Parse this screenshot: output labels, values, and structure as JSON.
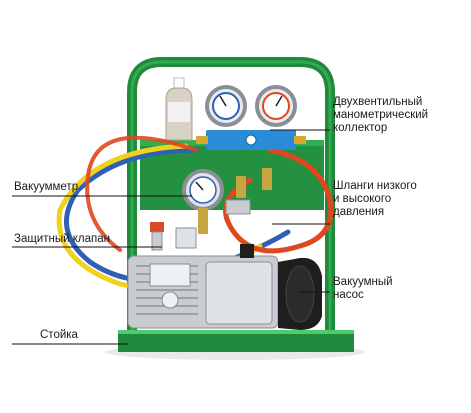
{
  "labels": {
    "manifold": "Двухвентильный\nманометрический\nколлектор",
    "vacuum_gauge": "Вакуумметр",
    "hoses": "Шланги низкого\nи высокого\nдавления",
    "safety_valve": "Защитный клапан",
    "pump": "Вакуумный\nнасос",
    "stand": "Стойка"
  },
  "colors": {
    "frame_green": "#1f8a3c",
    "hose_red": "#e0471f",
    "hose_blue": "#2f5fb8",
    "hose_yellow": "#f0d11c",
    "manifold_blue": "#2a8bd6",
    "pump_silver": "#c9cdd2",
    "motor_black": "#1e1e1e"
  }
}
